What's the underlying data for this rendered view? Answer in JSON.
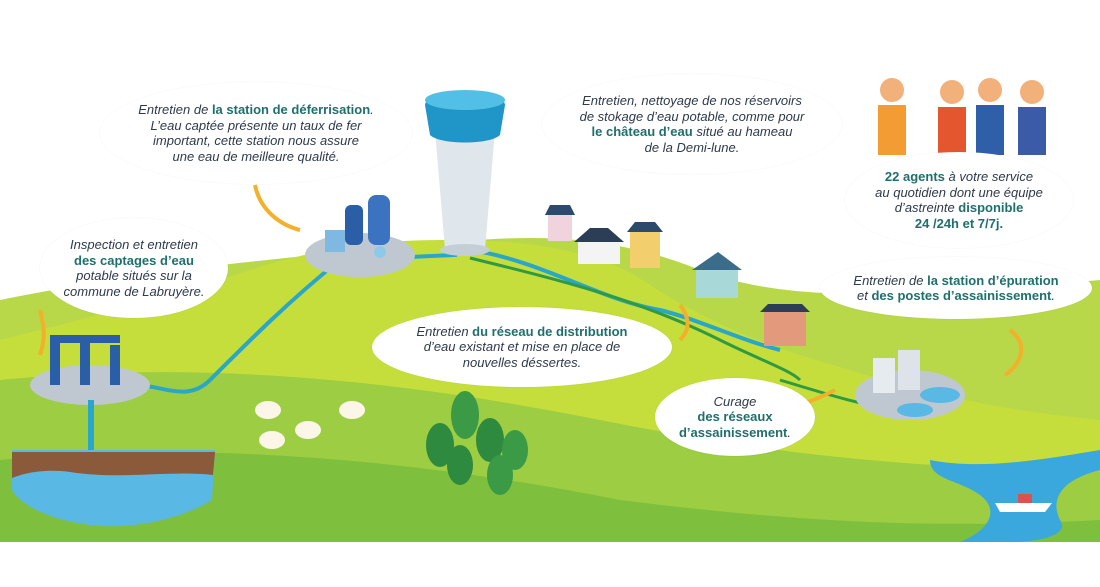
{
  "colors": {
    "sky": "#8fd0ee",
    "grass_light": "#c7df3b",
    "grass_dark": "#8cc43f",
    "pipe": "#2aa6c9",
    "pipe_green": "#2f9a43",
    "arrow": "#f3b02a",
    "bold_text": "#1f6f6c",
    "water": "#3aa7dd"
  },
  "labels": {
    "captages": {
      "l1": "Inspection et entretien",
      "l2_bold": "des captages d’eau",
      "l3": "potable situés sur la",
      "l4": "commune de Labruyère."
    },
    "deferrisation": {
      "l1_pre": "Entretien de ",
      "l1_bold": "la station de déferrisation",
      "l1_post": ".",
      "l2": "L’eau captée présente un taux de fer",
      "l3": "important, cette station nous assure",
      "l4": "une eau de meilleure qualité."
    },
    "chateau": {
      "l1": "Entretien, nettoyage de nos réservoirs",
      "l2": "de stokage d’eau potable, comme pour",
      "l3_bold": "le château d’eau",
      "l3_post": " situé au hameau",
      "l4": "de la Demi-lune."
    },
    "agents": {
      "l1_bold": "22 agents",
      "l1_post": " à votre service",
      "l2": "au quotidien dont une équipe",
      "l3_pre": "d’astreinte ",
      "l3_bold": "disponible",
      "l4_bold": "24 /24h et 7/7j."
    },
    "distribution": {
      "l1_pre": "Entretien ",
      "l1_bold": "du réseau de distribution",
      "l2": "d’eau existant et mise en place de",
      "l3": "nouvelles déssertes."
    },
    "curage": {
      "l1": "Curage",
      "l2_bold": "des réseaux",
      "l3_bold": "d’assainissement",
      "l3_post": "."
    },
    "epuration": {
      "l1_pre": "Entretien de ",
      "l1_bold": "la station d’épuration",
      "l2_bold": "des postes d’assainissement",
      "l2_pre": "et ",
      "l2_post": "."
    }
  },
  "icons": [
    "water-tower-icon",
    "deferrisation-station-icon",
    "water-catchment-icon",
    "house-icon",
    "treatment-plant-icon",
    "sheep-icon",
    "tree-icon",
    "boat-icon",
    "agent-icon",
    "arrow-icon"
  ]
}
